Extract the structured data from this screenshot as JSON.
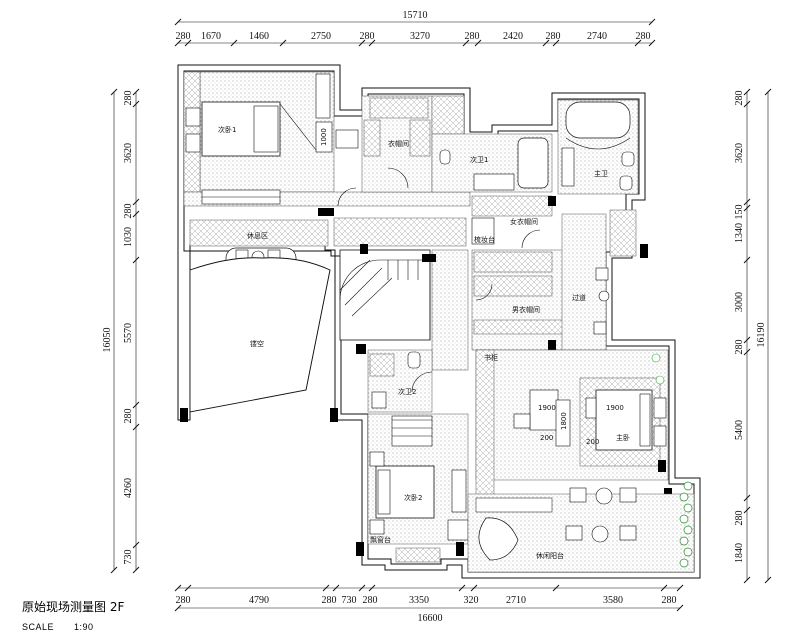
{
  "drawing": {
    "title": "原始现场测量图 2F",
    "scale_label": "SCALE",
    "scale_value": "1:90"
  },
  "dimensions": {
    "top_total": "15710",
    "top": [
      "280",
      "1670",
      "1460",
      "2750",
      "280",
      "3270",
      "280",
      "2420",
      "280",
      "2740",
      "280"
    ],
    "bottom_total": "16600",
    "bottom": [
      "280",
      "4790",
      "280",
      "730",
      "280",
      "3350",
      "320",
      "2710",
      "3580",
      "280"
    ],
    "left_total": "16050",
    "left": [
      "280",
      "3620",
      "280",
      "1030",
      "5570",
      "280",
      "4260",
      "730"
    ],
    "right_total": "16190",
    "right": [
      "280",
      "3620",
      "150",
      "1340",
      "3000",
      "280",
      "5400",
      "280",
      "1840"
    ]
  },
  "rooms": {
    "bedroom_1": "次卧1",
    "closet": "衣帽间",
    "bathroom_1": "次卫1",
    "master_bath": "主卫",
    "lounge": "休息区",
    "void": "镂空",
    "womens_closet": "女衣帽间",
    "mens_closet": "男衣帽间",
    "corridor": "过道",
    "bathroom_2": "次卫2",
    "master_bedroom": "主卧",
    "bedroom_2": "次卧2",
    "leisure_terrace": "休闲阳台",
    "desk_note": "书柜",
    "dressing_note": "梳妆台",
    "bay_note": "飘窗台"
  },
  "furniture_labels": {
    "desk_1": "1000",
    "desk_2": "1900",
    "desk_3": "200",
    "desk_4": "200",
    "desk_5": "1900",
    "desk_6": "1800"
  }
}
